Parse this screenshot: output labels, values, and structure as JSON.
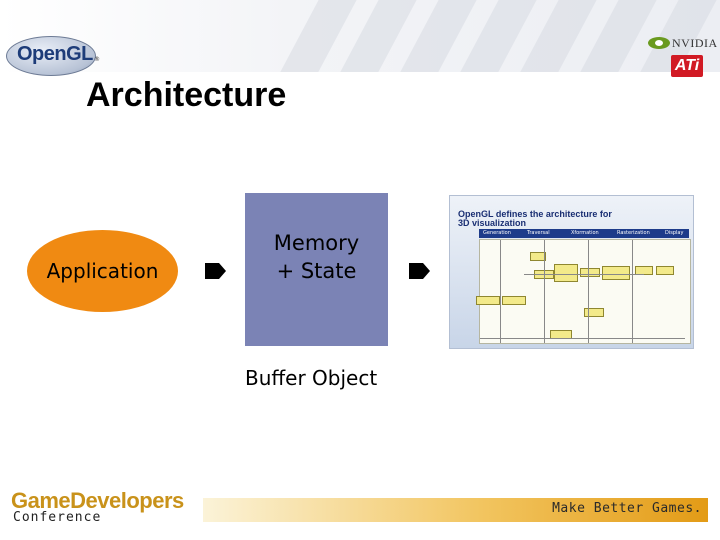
{
  "slide": {
    "title": "Architecture",
    "logo_opengl": "OpenGL",
    "logo_nvidia": "NVIDIA",
    "logo_ati": "ATi",
    "application_label": "Application",
    "memory_line1": "Memory",
    "memory_line2": "+ State",
    "buffer_object_label": "Buffer Object",
    "diagram": {
      "title_line1": "OpenGL defines the architecture for",
      "title_line2": "3D visualization",
      "stages": [
        "Generation",
        "Traversal",
        "Xformation",
        "Rasterization",
        "Display"
      ]
    },
    "footer": {
      "gdc_line1": "GameDevelopers",
      "gdc_line2": "Conference",
      "slogan": "Make Better Games."
    },
    "colors": {
      "application_fill": "#f08a12",
      "memory_fill": "#7b83b5",
      "title_text": "#000000"
    }
  }
}
